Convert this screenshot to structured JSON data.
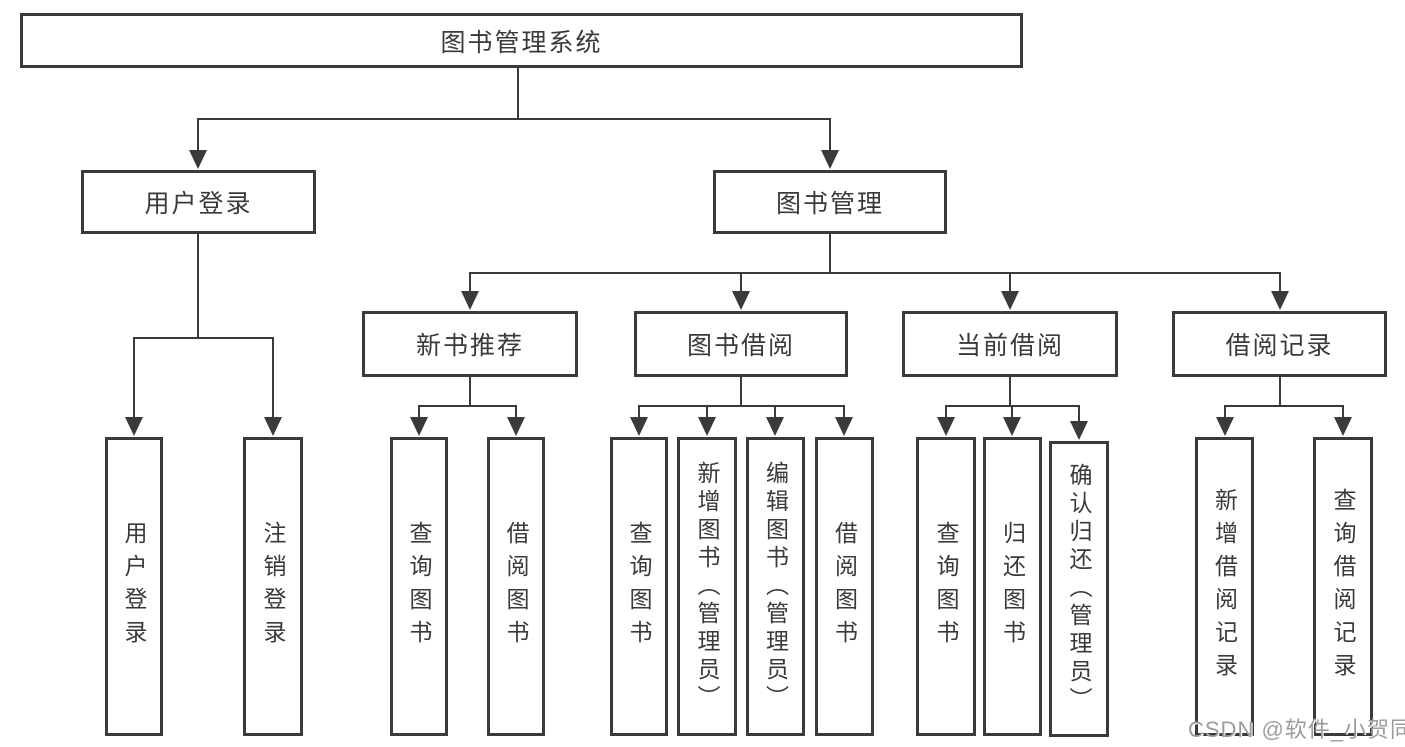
{
  "diagram": {
    "root": {
      "label": "图书管理系统"
    },
    "level2": [
      {
        "label": "用户登录"
      },
      {
        "label": "图书管理"
      }
    ],
    "level3": [
      {
        "label": "新书推荐"
      },
      {
        "label": "图书借阅"
      },
      {
        "label": "当前借阅"
      },
      {
        "label": "借阅记录"
      }
    ],
    "leaves": {
      "user": [
        "用户登录",
        "注销登录"
      ],
      "newbook": [
        "查询图书",
        "借阅图书"
      ],
      "borrow": [
        "查询图书",
        "新增图书（管理员）",
        "编辑图书（管理员）",
        "借阅图书"
      ],
      "current": [
        "查询图书",
        "归还图书",
        "确认归还（管理员）"
      ],
      "records": [
        "新增借阅记录",
        "查询借阅记录"
      ]
    }
  },
  "watermark": {
    "text": "CSDN @软件_小贺同学"
  },
  "colors": {
    "line": "#3a3a3a",
    "text": "#3a3a3a",
    "background": "#ffffff",
    "watermark": "#9c9c9c"
  }
}
